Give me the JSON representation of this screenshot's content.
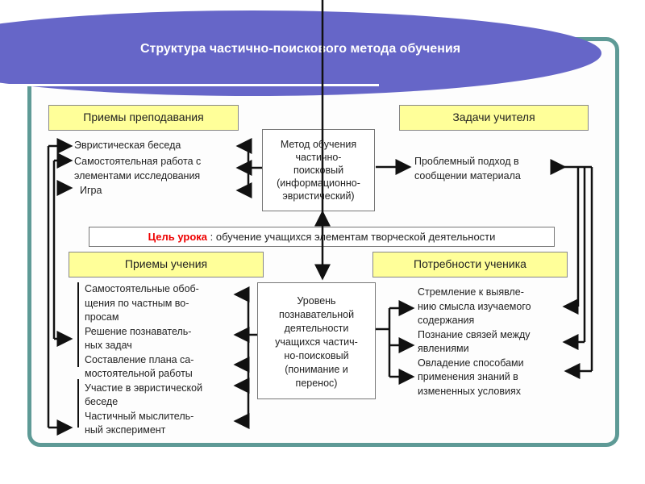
{
  "title": "Структура частично-поискового метода обучения",
  "teaching": {
    "header": "Приемы преподавания",
    "items": [
      "Эвристическая беседа",
      "Самостоятельная работа с",
      "элементами исследования",
      "Игра"
    ]
  },
  "method": {
    "lines": [
      "Метод обучения",
      "частично-",
      "поисковый",
      "(информационно-",
      "эвристический)"
    ]
  },
  "teacher": {
    "header": "Задачи учителя",
    "items": [
      "Проблемный подход в",
      "сообщении материала"
    ]
  },
  "goal": {
    "label": "Цель урока",
    "sep": " : ",
    "text": "обучение учащихся элементам творческой деятельности"
  },
  "learning": {
    "header": "Приемы учения",
    "items": [
      "Самостоятельные обоб-",
      "щения по частным во-",
      "просам",
      "Решение познаватель-",
      "ных задач",
      "Составление плана са-",
      "мостоятельной работы",
      "Участие в эвристической",
      "беседе",
      "Частичный мыслитель-",
      "ный эксперимент"
    ]
  },
  "level": {
    "lines": [
      "Уровень",
      "познавательной",
      "деятельности",
      "учащихся частич-",
      "но-поисковый",
      "(понимание и",
      "перенос)"
    ]
  },
  "needs": {
    "header": "Потребности ученика",
    "items": [
      "Стремление к выявле-",
      "нию смысла изучаемого",
      "содержания",
      "Познание связей между",
      "явлениями",
      "Овладение способами",
      "применения знаний в",
      "измененных условиях"
    ]
  },
  "colors": {
    "title": "#6666c8",
    "frame": "#5e9a96",
    "header": "#ffff99",
    "goal_label": "#ee0000"
  }
}
